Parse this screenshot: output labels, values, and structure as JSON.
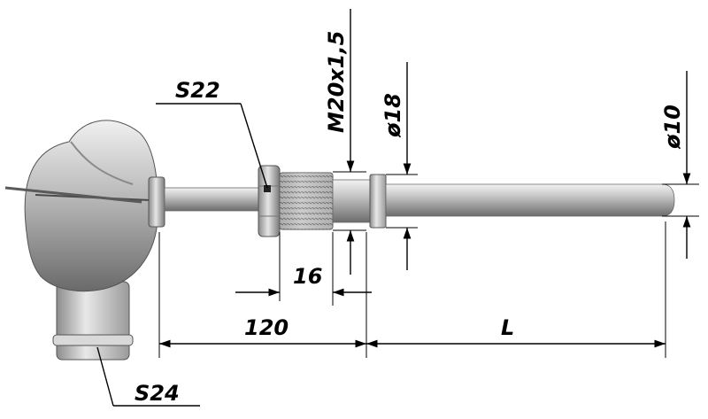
{
  "labels": {
    "wrench_head": "S22",
    "wrench_nut": "S24",
    "thread": "M20x1,5",
    "diameter_collar": "ø18",
    "diameter_probe": "ø10",
    "thread_length": "16",
    "neck_length": "120",
    "immersion_length": "L"
  },
  "colors": {
    "metal_light": "#e2e2e2",
    "metal_mid": "#a9a9a9",
    "metal_dark": "#6e6e6e",
    "ink": "#000000",
    "background": "#ffffff"
  }
}
